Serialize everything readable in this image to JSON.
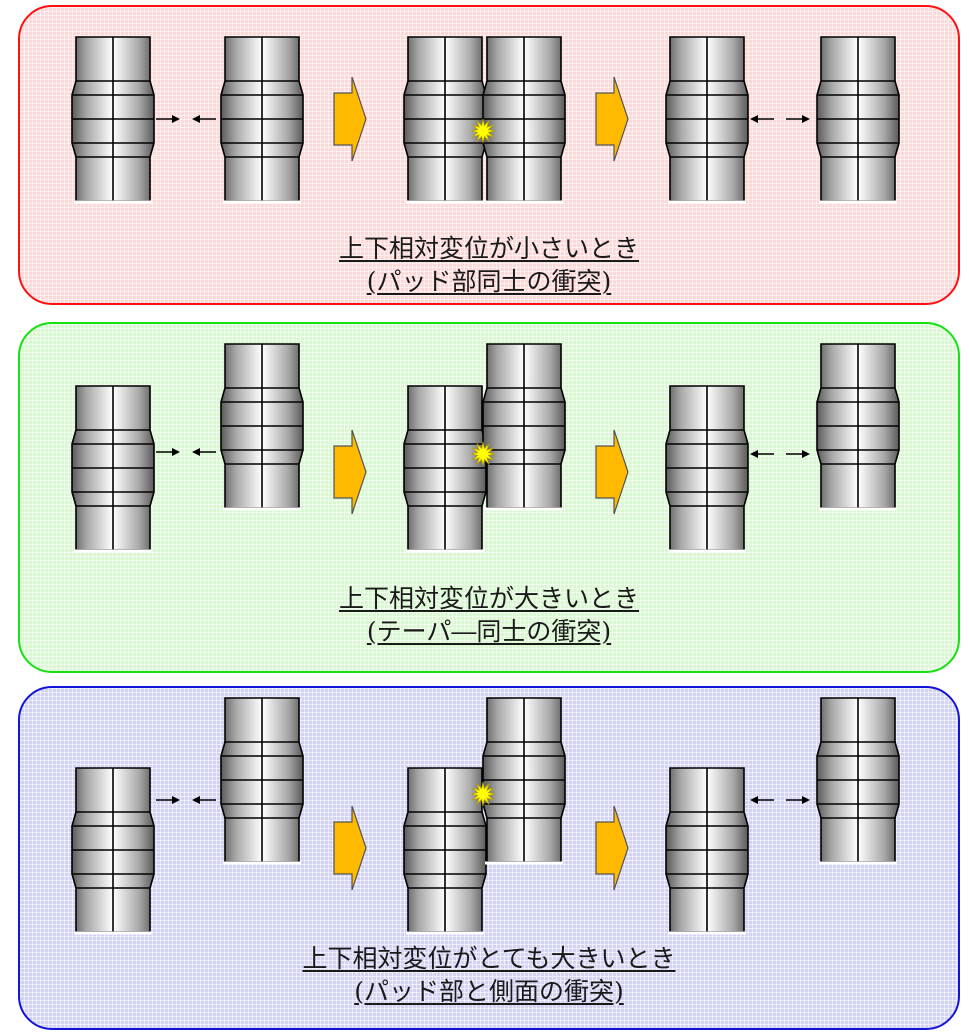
{
  "panels": [
    {
      "caption_line1": "上下相対変位が小さいとき",
      "caption_line2": "(パッド部同士の衝突)"
    },
    {
      "caption_line1": "上下相対変位が大きいとき",
      "caption_line2": "(テーパ―同士の衝突)"
    },
    {
      "caption_line1": "上下相対変位がとても大きいとき",
      "caption_line2": "(パッド部と側面の衝突)"
    }
  ],
  "colors": {
    "red_border": "#ff1010",
    "green_border": "#16e016",
    "blue_border": "#1414d8",
    "process_arrow": "#ffba00",
    "impact_star": "#ffff00"
  }
}
